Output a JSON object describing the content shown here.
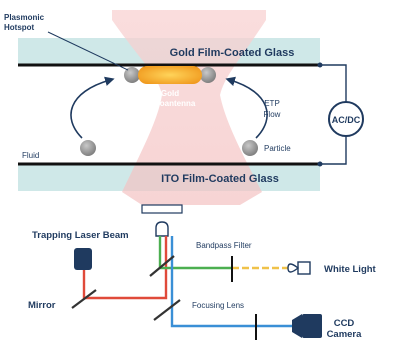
{
  "labels": {
    "plasmonic_hotspot_line1": "Plasmonic",
    "plasmonic_hotspot_line2": "Hotspot",
    "gold_glass": "Gold Film-Coated Glass",
    "gold_nanoantenna_line1": "Gold",
    "gold_nanoantenna_line2": "Nanoantenna",
    "etp_flow_line1": "ETP",
    "etp_flow_line2": "Flow",
    "ac_dc": "AC/DC",
    "fluid": "Fluid",
    "particle": "Particle",
    "ito_glass": "ITO Film-Coated Glass",
    "trapping_laser": "Trapping Laser Beam",
    "bandpass_filter": "Bandpass Filter",
    "white_light": "White Light",
    "mirror": "Mirror",
    "focusing_lens": "Focusing Lens",
    "ccd_line1": "CCD",
    "ccd_line2": "Camera"
  },
  "colors": {
    "glass": "#cfe8e8",
    "laser_glow": "#f5c6c6",
    "nanoantenna": "#f4a52a",
    "particle": "#9a9a9a",
    "laser_red": "#e04a3a",
    "green_beam": "#4caf50",
    "blue_beam": "#3a8fd6",
    "yellow_beam": "#f0c24a",
    "navy": "#1f3a5f"
  }
}
